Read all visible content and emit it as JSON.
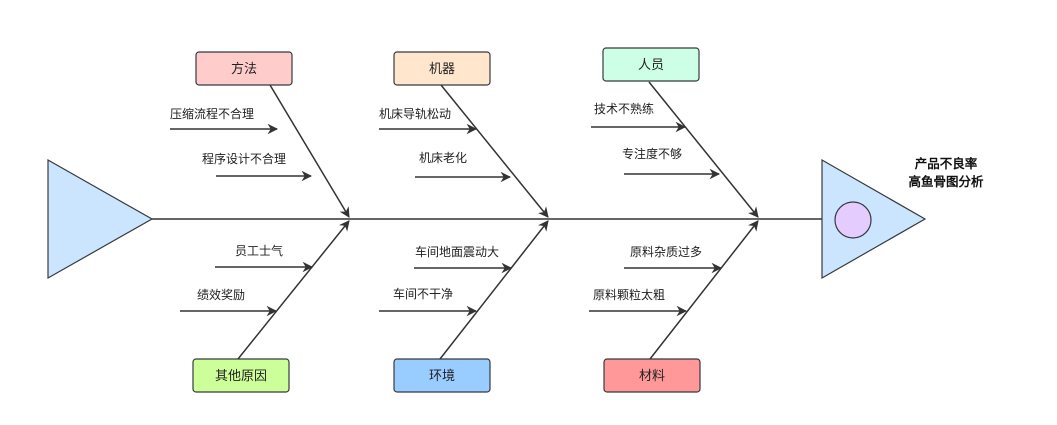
{
  "diagram": {
    "title_lines": [
      "产品不良率",
      "高鱼骨图分析"
    ],
    "categories": {
      "method": {
        "label": "方法",
        "color": "#ffcccc"
      },
      "machine": {
        "label": "机器",
        "color": "#ffe6cc"
      },
      "people": {
        "label": "人员",
        "color": "#ccffe6"
      },
      "other": {
        "label": "其他原因",
        "color": "#ccff99"
      },
      "environment": {
        "label": "环境",
        "color": "#99ccff"
      },
      "material": {
        "label": "材料",
        "color": "#ff9999"
      }
    },
    "causes": {
      "method": [
        "压缩流程不合理",
        "程序设计不合理"
      ],
      "machine": [
        "机床导轨松动",
        "机床老化"
      ],
      "people": [
        "技术不熟练",
        "专注度不够"
      ],
      "other": [
        "员工士气",
        "绩效奖励"
      ],
      "environment": [
        "车间地面震动大",
        "车间不干净"
      ],
      "material": [
        "原料杂质过多",
        "原料颗粒太粗"
      ]
    },
    "colors": {
      "tail": "#cce5ff",
      "head": "#cce5ff",
      "eye": "#e5ccff",
      "line": "#333333"
    }
  }
}
